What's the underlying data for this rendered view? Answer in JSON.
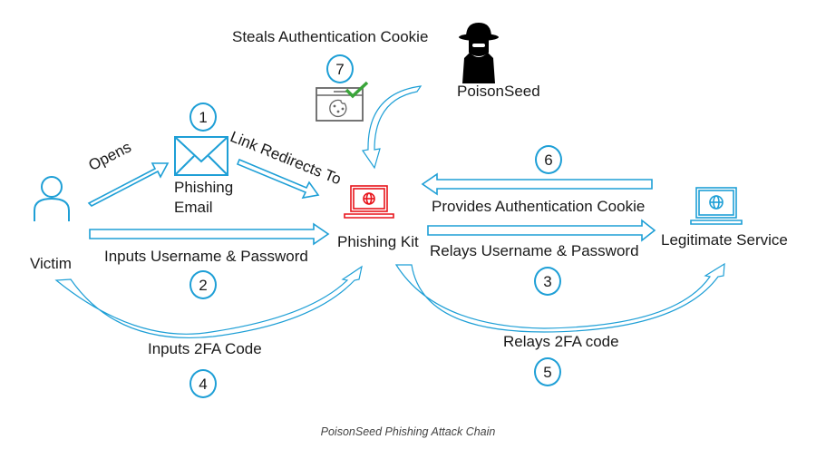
{
  "title": "PoisonSeed Phishing Attack Chain",
  "colors": {
    "arrow": "#1e9fd6",
    "phishing_kit": "#e8141b",
    "legit_service": "#1e9fd6",
    "victim": "#1e9fd6",
    "email": "#1e9fd6",
    "attacker": "#000000",
    "cookie_check": "#3aa53a",
    "cookie_window": "#666666"
  },
  "nodes": {
    "victim": {
      "label": "Victim",
      "icon": "person-icon"
    },
    "phishing_email": {
      "label_line1": "Phishing",
      "label_line2": "Email",
      "icon": "envelope-icon"
    },
    "phishing_kit": {
      "label": "Phishing Kit",
      "icon": "laptop-globe-icon"
    },
    "legitimate_service": {
      "label": "Legitimate Service",
      "icon": "laptop-globe-icon"
    },
    "poisonseed": {
      "label": "PoisonSeed",
      "icon": "hooded-attacker-icon"
    },
    "cookie": {
      "icon": "browser-cookie-check-icon"
    }
  },
  "edges": [
    {
      "step": "1",
      "label": "Opens",
      "from": "Victim",
      "to": "Phishing Email"
    },
    {
      "step": "1",
      "label": "Link Redirects To",
      "from": "Phishing Email",
      "to": "Phishing Kit"
    },
    {
      "step": "2",
      "label": "Inputs Username & Password",
      "from": "Victim",
      "to": "Phishing Kit"
    },
    {
      "step": "3",
      "label": "Relays Username & Password",
      "from": "Phishing Kit",
      "to": "Legitimate Service"
    },
    {
      "step": "4",
      "label": "Inputs 2FA Code",
      "from": "Victim",
      "to": "Phishing Kit"
    },
    {
      "step": "5",
      "label": "Relays 2FA code",
      "from": "Phishing Kit",
      "to": "Legitimate Service"
    },
    {
      "step": "6",
      "label": "Provides Authentication Cookie",
      "from": "Legitimate Service",
      "to": "Phishing Kit"
    },
    {
      "step": "7",
      "label": "Steals Authentication Cookie",
      "from": "PoisonSeed",
      "to": "Phishing Kit"
    }
  ],
  "steps": [
    "1",
    "2",
    "3",
    "4",
    "5",
    "6",
    "7"
  ]
}
